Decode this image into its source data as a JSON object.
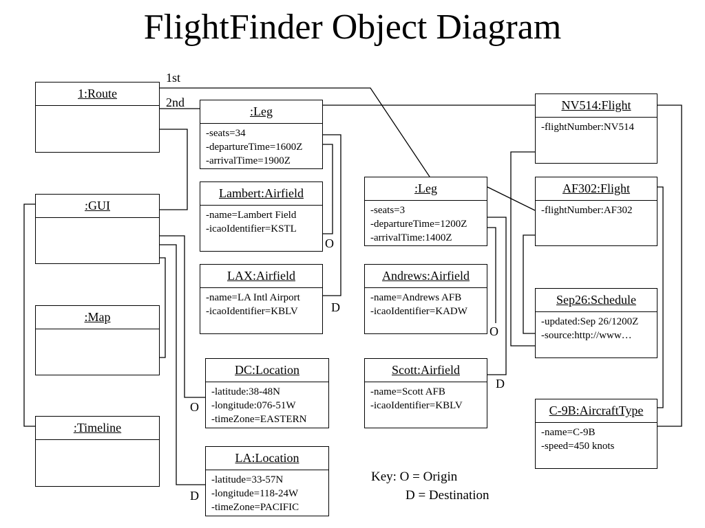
{
  "title": "FlightFinder Object Diagram",
  "objects": {
    "route": {
      "name": "1:Route",
      "attrs": []
    },
    "gui": {
      "name": ":GUI",
      "attrs": []
    },
    "map": {
      "name": ":Map",
      "attrs": []
    },
    "timeline": {
      "name": ":Timeline",
      "attrs": []
    },
    "leg1": {
      "name": ":Leg",
      "attrs": [
        "-seats=34",
        "-departureTime=1600Z",
        "-arrivalTime=1900Z"
      ]
    },
    "lambert": {
      "name": "Lambert:Airfield",
      "attrs": [
        "-name=Lambert Field",
        "-icaoIdentifier=KSTL"
      ]
    },
    "lax": {
      "name": "LAX:Airfield",
      "attrs": [
        "-name=LA Intl Airport",
        "-icaoIdentifier=KBLV"
      ]
    },
    "dc": {
      "name": "DC:Location",
      "attrs": [
        "-latitude:38-48N",
        "-longitude:076-51W",
        "-timeZone=EASTERN"
      ]
    },
    "la": {
      "name": "LA:Location",
      "attrs": [
        "-latitude=33-57N",
        "-longitude=118-24W",
        "-timeZone=PACIFIC"
      ]
    },
    "leg2": {
      "name": ":Leg",
      "attrs": [
        "-seats=3",
        "-departureTime=1200Z",
        "-arrivalTime:1400Z"
      ]
    },
    "andrews": {
      "name": "Andrews:Airfield",
      "attrs": [
        "-name=Andrews AFB",
        "-icaoIdentifier=KADW"
      ]
    },
    "scott": {
      "name": "Scott:Airfield",
      "attrs": [
        "-name=Scott AFB",
        "-icaoIdentifier=KBLV"
      ]
    },
    "nv514": {
      "name": "NV514:Flight",
      "attrs": [
        "-flightNumber:NV514"
      ]
    },
    "af302": {
      "name": "AF302:Flight",
      "attrs": [
        "-flightNumber:AF302"
      ]
    },
    "sep26": {
      "name": "Sep26:Schedule",
      "attrs": [
        "-updated:Sep 26/1200Z",
        "-source:http://www…"
      ]
    },
    "c9b": {
      "name": "C-9B:AircraftType",
      "attrs": [
        "-name=C-9B",
        "-speed=450 knots"
      ]
    }
  },
  "link_labels": {
    "first": "1st",
    "second": "2nd",
    "origin": "O",
    "destination": "D"
  },
  "key": {
    "line1": "Key: O = Origin",
    "line2": "D = Destination"
  }
}
